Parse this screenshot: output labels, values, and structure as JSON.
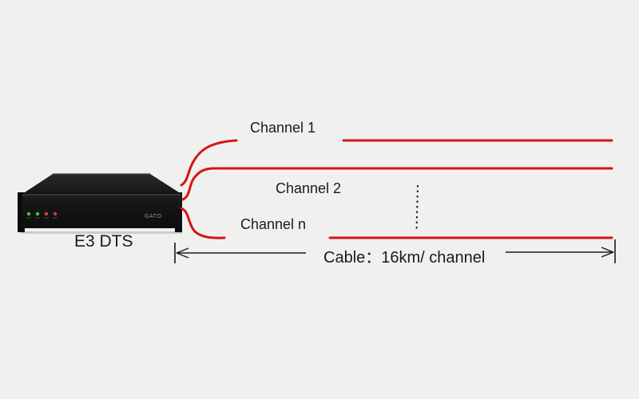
{
  "diagram": {
    "background_color": "#f0f0ef",
    "device": {
      "label": "E3 DTS",
      "logo": "GATO",
      "led_colors": [
        "#44c04c",
        "#44c04c",
        "#e2402f",
        "#d03a2c"
      ]
    },
    "channels": [
      {
        "label": "Channel 1"
      },
      {
        "label": "Channel 2"
      },
      {
        "label": "Channel n"
      }
    ],
    "dimension": {
      "label": "Cable：16km/ channel"
    },
    "colors": {
      "fiber_red": "#d51414",
      "line_black": "#1a1a1a",
      "text": "#1a1a1a"
    }
  }
}
